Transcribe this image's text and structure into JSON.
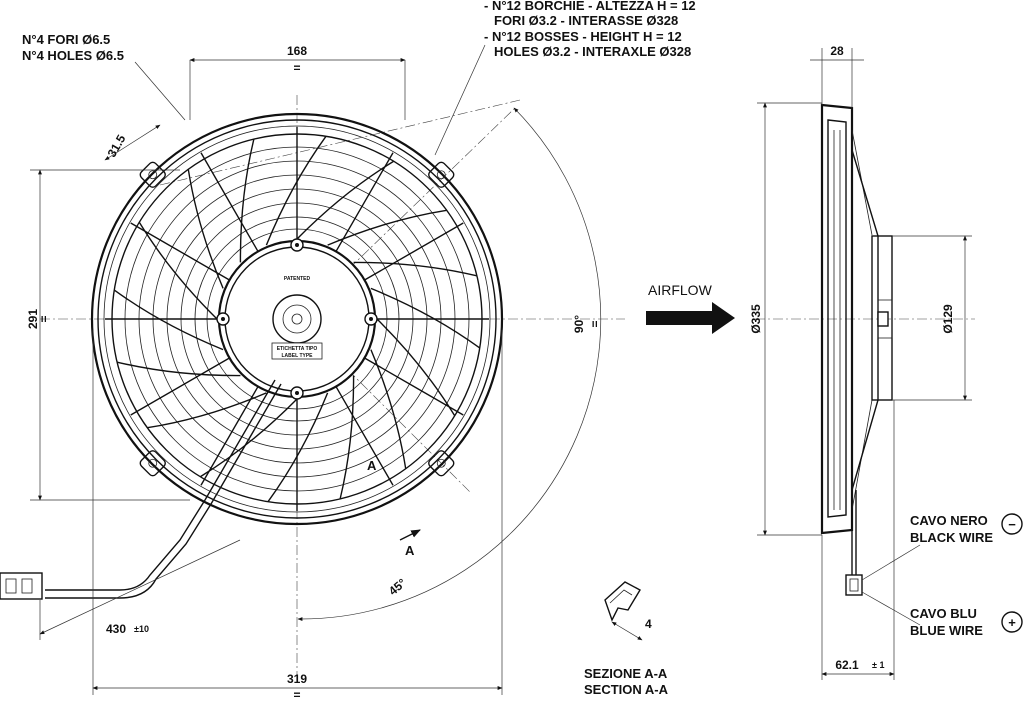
{
  "drawing": {
    "holes_note_it": "N°4 FORI Ø6.5",
    "holes_note_en": "N°4 HOLES Ø6.5",
    "bosses_note_it_1": "- N°12 BORCHIE - ALTEZZA H = 12",
    "bosses_note_it_2": "FORI Ø3.2 - INTERASSE Ø328",
    "bosses_note_en_1": "- N°12 BOSSES - HEIGHT H = 12",
    "bosses_note_en_2": "HOLES Ø3.2 - INTERAXLE Ø328",
    "airflow": "AIRFLOW",
    "cable_black_it": "CAVO NERO",
    "cable_black_en": "BLACK WIRE",
    "cable_blue_it": "CAVO BLU",
    "cable_blue_en": "BLUE WIRE",
    "minus_sign": "−",
    "plus_sign": "+",
    "section_it": "SEZIONE A-A",
    "section_en": "SECTION A-A",
    "patented": "PATENTED",
    "label_type_it": "ETICHETTA TIPO",
    "label_type_en": "LABEL TYPE",
    "section_marker": "A"
  },
  "dimensions": {
    "d168": "168",
    "d319": "319",
    "d291": "291",
    "d31_5": "31.5",
    "d430": "430",
    "d430_tol": "±10",
    "d90": "90°",
    "d45": "45°",
    "d28": "28",
    "d335": "Ø335",
    "d129": "Ø129",
    "d62_1": "62.1",
    "d62_tol": "± 1",
    "d4": "4",
    "eq": "="
  }
}
